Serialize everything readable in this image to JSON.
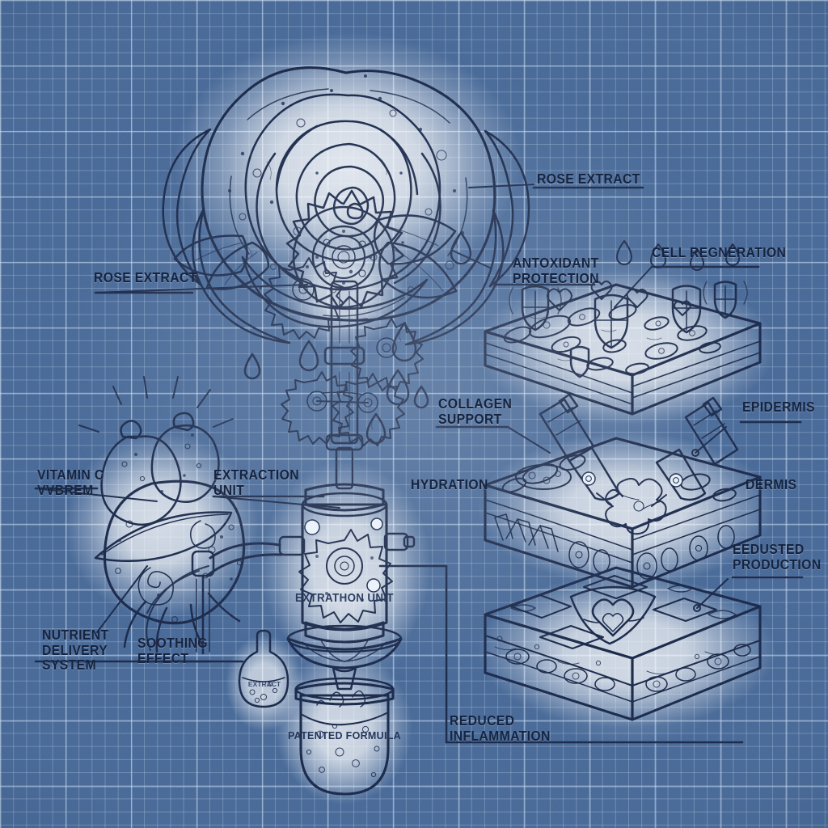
{
  "document": {
    "style": "blueprint technical illustration",
    "background_color": "#4a6b99",
    "ink_color": "#1d2c4d",
    "paper_fill": "#eef4fb",
    "label_color": "#16243f"
  },
  "callouts": [
    {
      "id": "rose-extract-right",
      "text": "ROSE EXTRACT"
    },
    {
      "id": "rose-extract-left",
      "text": "ROSE EXTRACT"
    },
    {
      "id": "antoxidant-protection",
      "text": "ANTOXIDANT\nPROTECTION"
    },
    {
      "id": "cell-regneration",
      "text": "CELL REGNERATION"
    },
    {
      "id": "collagen-support",
      "text": "COLLAGEN\nSUPPORT"
    },
    {
      "id": "epidermis",
      "text": "EPIDERMIS"
    },
    {
      "id": "hydration",
      "text": "HYDRATION"
    },
    {
      "id": "dermis",
      "text": "DERMIS"
    },
    {
      "id": "eedusted-production",
      "text": "EEDUSTED\nPRODUCTION"
    },
    {
      "id": "vitamin-c",
      "text": "VITAMIN C\nVVBREM"
    },
    {
      "id": "extraction-unit",
      "text": "EXTRACTION\nUNIT"
    },
    {
      "id": "nutrient-delivery",
      "text": "NUTRIENT\nDELIVERY\nSYSTEM"
    },
    {
      "id": "soothing-effect",
      "text": "SOOTHING\nEFFECT"
    },
    {
      "id": "reduced-inflammation",
      "text": "REDUCED\nINFLAMMATION"
    }
  ],
  "inline_text": {
    "machine_body": "EXTRATHON UNIT",
    "beaker": "PATENTED FORMUILA",
    "vial": "EXTRACT"
  },
  "diagram_elements": {
    "rose": "rose-flower-illustration",
    "gear_stack": "gear-assembly",
    "extraction_machine": "extraction-machine",
    "beaker": "formula-beaker",
    "vial": "small-vial",
    "rosehip_cluster": "vitamin-c-rosehip-cluster",
    "skin_layers": [
      "epidermis-slab",
      "dermis-slab",
      "hypodermis-slab"
    ],
    "icons": [
      "shield-icon",
      "heart-icon",
      "droplet-icon",
      "syringe-icon",
      "cell-icon"
    ]
  }
}
